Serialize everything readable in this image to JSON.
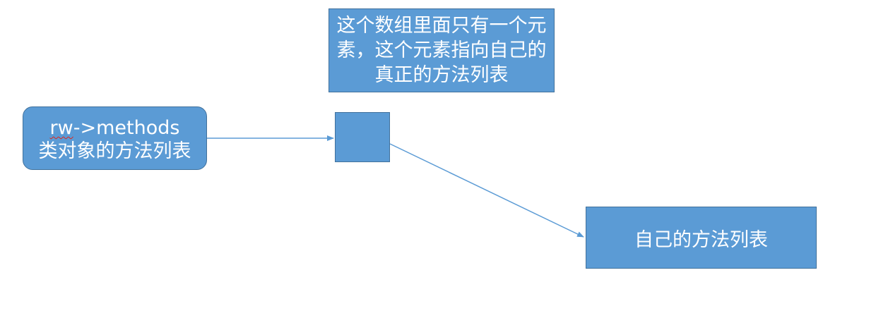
{
  "nodes": {
    "methods_box": {
      "line1": "rw",
      "line1_rest": "->methods",
      "line2": "类对象的方法列表"
    },
    "note_box": {
      "text": "这个数组里面只有一个元素，这个元素指向自己的真正的方法列表"
    },
    "target_box": {
      "text": "自己的方法列表"
    }
  },
  "colors": {
    "box_fill": "#5b9bd5",
    "box_border": "#41719c",
    "arrow": "#5b9bd5",
    "text": "#ffffff",
    "spellcheck_underline": "#e0261b"
  }
}
